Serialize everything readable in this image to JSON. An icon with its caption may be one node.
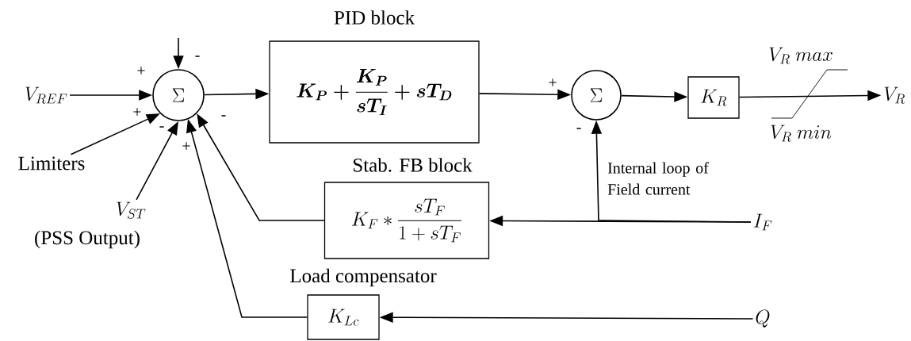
{
  "diagram": {
    "nodes": [
      {
        "text": [
          "V_{REF}"
        ]
      },
      {
        "text": [
          "\\Sigma"
        ]
      },
      {
        "text": [
          "PID block",
          "K_P+\\frac{K_P}{sT_I}+sT_D"
        ]
      },
      {
        "text": [
          "\\Sigma"
        ]
      },
      {
        "text": [
          "K_R"
        ]
      },
      {
        "text": [
          "V_R"
        ]
      },
      {
        "text": [
          "Limiters"
        ]
      },
      {
        "text": [
          "V_{ST}",
          "(PSS Output)"
        ]
      },
      {
        "text": [
          "Stab. FB block",
          "K_F*\\frac{sT_F}{1+sT_F}"
        ]
      },
      {
        "text": [
          "I_F"
        ]
      },
      {
        "text": [
          "Load compensator",
          "K_{Lc}"
        ]
      },
      {
        "text": [
          "Q"
        ]
      }
    ],
    "edges": [
      {
        "from": null,
        "to": 1,
        "arrow": "to"
      },
      {
        "from": 0,
        "to": 1,
        "arrow": "to"
      },
      {
        "from": 6,
        "to": 1,
        "arrow": "to"
      },
      {
        "from": 7,
        "to": 1,
        "arrow": "to"
      },
      {
        "from": 1,
        "to": 2,
        "arrow": "to"
      },
      {
        "from": 2,
        "to": 3,
        "arrow": "to"
      },
      {
        "from": 3,
        "to": 4,
        "arrow": "to"
      },
      {
        "from": 4,
        "to": 5,
        "arrow": "to"
      },
      {
        "from": 8,
        "to": 1,
        "arrow": "to"
      },
      {
        "from": 10,
        "to": 1,
        "arrow": "to"
      },
      {
        "from": 9,
        "to": 8,
        "arrow": "to"
      },
      {
        "from": 9,
        "to": 3,
        "arrow": "to"
      },
      {
        "from": 11,
        "to": 10,
        "arrow": "to"
      }
    ],
    "labels": [
      "V_R~max",
      "-",
      "+",
      "+",
      "+",
      "-",
      "-",
      "V_R~min",
      "-",
      "+",
      "Internal loop of Field current"
    ]
  }
}
